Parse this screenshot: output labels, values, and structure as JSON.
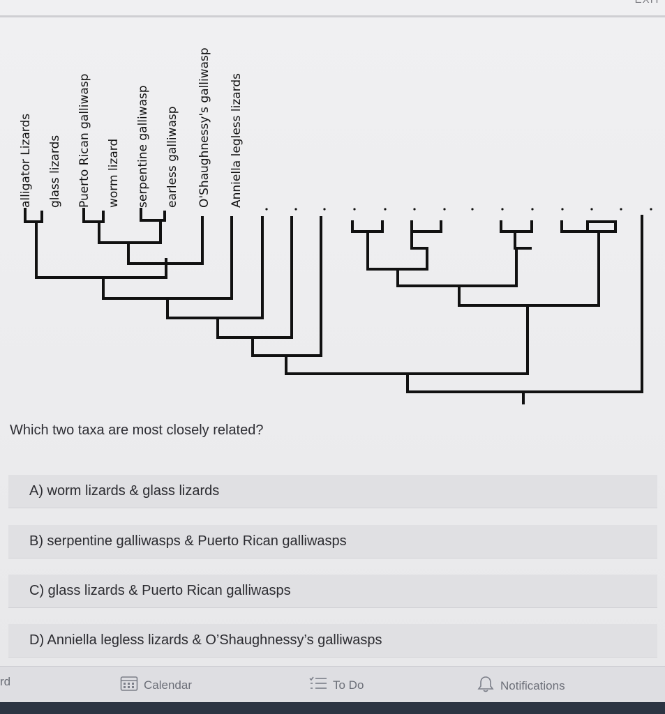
{
  "window": {
    "corner_fragment": "EXIT"
  },
  "cladogram": {
    "taxa": [
      "alligator Lizards",
      "glass lizards",
      "Puerto Rican galliwasp",
      "worm lizard",
      "serpentine galliwasp",
      "earless galliwasp",
      "O'Shaughnessy's galliwasp",
      "Anniella legless lizards"
    ]
  },
  "question": {
    "text": "Which two taxa are most closely related?",
    "choices": [
      {
        "label": "A)  worm lizards & glass lizards"
      },
      {
        "label": "B)  serpentine galliwasps & Puerto Rican galliwasps"
      },
      {
        "label": "C)  glass lizards & Puerto Rican galliwasps"
      },
      {
        "label": "D)  Anniella legless lizards & O’Shaughnessy’s galliwasps"
      }
    ]
  },
  "tabbar": {
    "left_fragment": "rd",
    "calendar": {
      "label": "Calendar",
      "icon": "calendar-icon"
    },
    "todo": {
      "label": "To Do",
      "icon": "todo-list-icon"
    },
    "notifications": {
      "label": "Notifications",
      "icon": "bell-icon"
    }
  },
  "colors": {
    "background": "#ececee",
    "choice_background": "#e0e0e3",
    "tree_lines": "#111111",
    "tabbar": "#dedee2",
    "bottom_band": "#2c3442"
  }
}
